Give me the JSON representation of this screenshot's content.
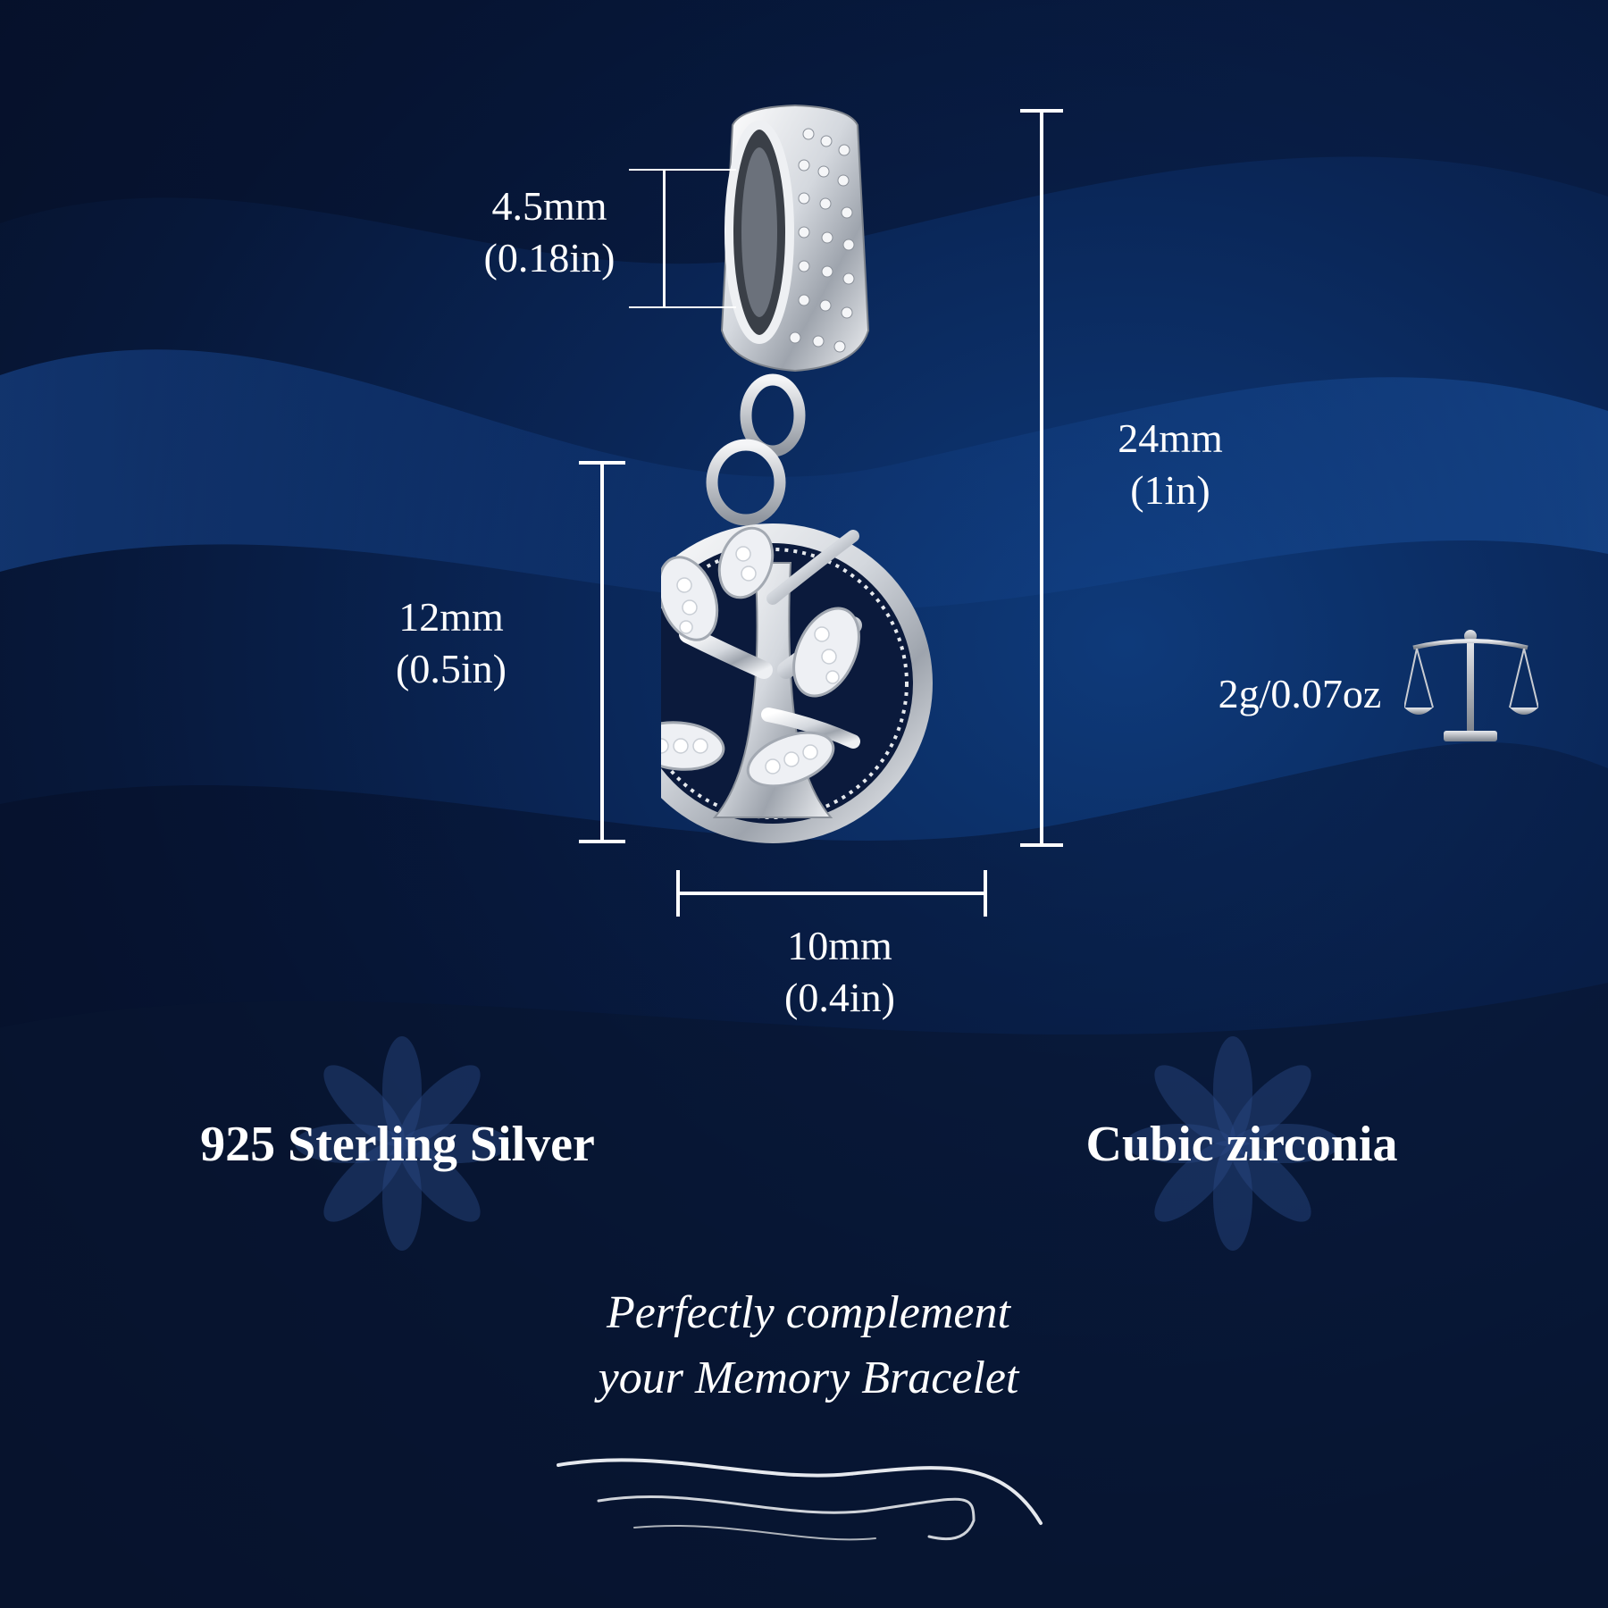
{
  "dimensions": {
    "bail": {
      "mm": "4.5mm",
      "inch": "(0.18in)"
    },
    "total_height": {
      "mm": "24mm",
      "inch": "(1in)"
    },
    "pendant_height": {
      "mm": "12mm",
      "inch": "(0.5in)"
    },
    "width": {
      "mm": "10mm",
      "inch": "(0.4in)"
    }
  },
  "weight": {
    "label": "2g/0.07oz",
    "icon": "balance-scale-icon"
  },
  "features": {
    "material": "925 Sterling Silver",
    "stone": "Cubic zirconia"
  },
  "tagline": {
    "line1": "Perfectly complement",
    "line2": "your Memory Bracelet"
  },
  "colors": {
    "background_center": "#0e3a7a",
    "background_edge": "#060f24",
    "text": "#ffffff",
    "silver": "#d9dde3"
  }
}
